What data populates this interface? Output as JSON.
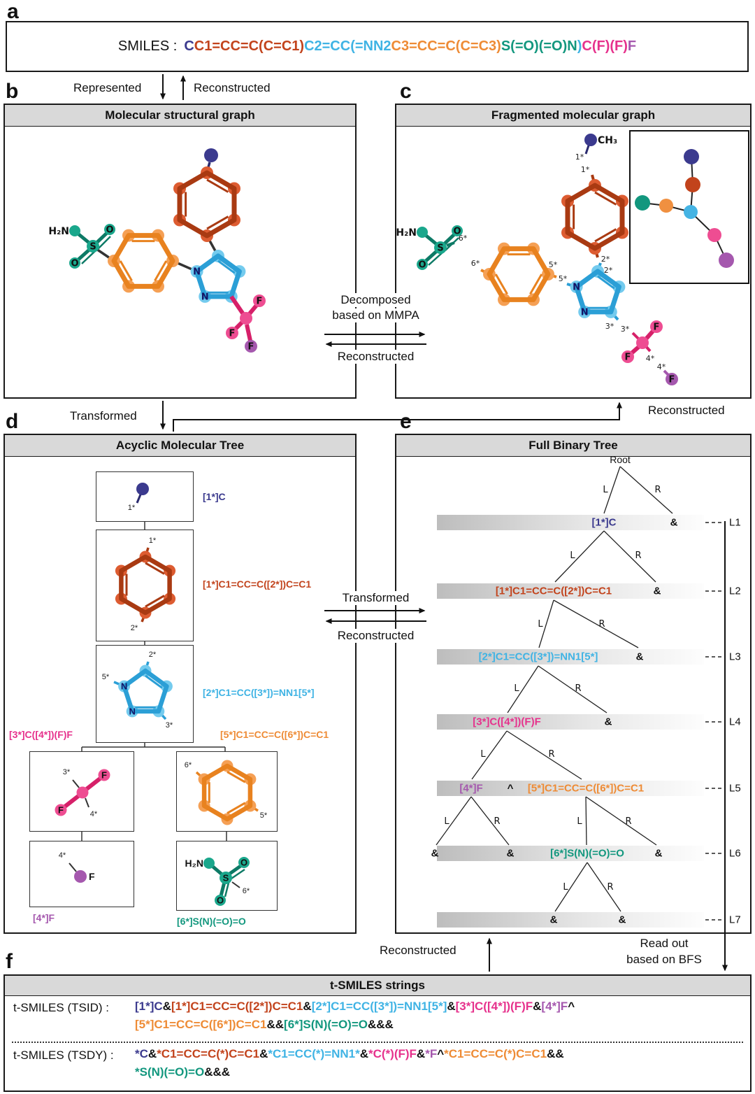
{
  "colors": {
    "navy": "#3b3a8e",
    "red": "#c2431c",
    "blue": "#3fb3e4",
    "orange": "#ee8b35",
    "teal": "#12977e",
    "magenta": "#e6318c",
    "purple": "#a558ae",
    "black": "#111111"
  },
  "panel_letters": {
    "a": "a",
    "b": "b",
    "c": "c",
    "d": "d",
    "e": "e",
    "f": "f"
  },
  "titles": {
    "b": "Molecular structural graph",
    "c": "Fragmented molecular graph",
    "d": "Acyclic Molecular Tree",
    "e": "Full Binary Tree",
    "f": "t-SMILES strings"
  },
  "panel_a": {
    "prefix": "SMILES :",
    "segments": [
      {
        "t": "C",
        "c": "navy"
      },
      {
        "t": "C1=CC=C(C=C1)",
        "c": "red"
      },
      {
        "t": "C2=CC(=NN2",
        "c": "blue"
      },
      {
        "t": "C3=CC=C(C=C3)",
        "c": "orange"
      },
      {
        "t": "S(=O)(=O)N",
        "c": "teal"
      },
      {
        "t": ")",
        "c": "blue"
      },
      {
        "t": "C(F)(F)",
        "c": "magenta"
      },
      {
        "t": "F",
        "c": "purple"
      }
    ]
  },
  "flow": {
    "represented": "Represented",
    "reconstructed": "Reconstructed",
    "transformed": "Transformed",
    "decomposed_line1": "Decomposed",
    "decomposed_line2": "based on MMPA",
    "readout_line1": "Read out",
    "readout_line2": "based on BFS"
  },
  "atoms": {
    "n": "N",
    "s": "S",
    "o": "O",
    "f": "F"
  },
  "formulas": {
    "ch3": "CH₃",
    "h2n": "H₂N"
  },
  "stars": {
    "s1": "1*",
    "s2": "2*",
    "s3": "3*",
    "s4": "4*",
    "s5": "5*",
    "s6": "6*"
  },
  "fragments": {
    "methyl": "[1*]C",
    "benzene_red": "[1*]C1=CC=C([2*])C=C1",
    "pyrazole": "[2*]C1=CC([3*])=NN1[5*]",
    "cf2": "[3*]C([4*])(F)F",
    "benzene_orange": "[5*]C1=CC=C([6*])C=C1",
    "fluorine": "[4*]F",
    "sulfonamide": "[6*]S(N)(=O)=O"
  },
  "panel_e": {
    "root": "Root",
    "l": "L",
    "r": "R",
    "amp": "&",
    "caret": "^",
    "levels": [
      "L1",
      "L2",
      "L3",
      "L4",
      "L5",
      "L6",
      "L7"
    ]
  },
  "panel_f": {
    "tsid_label": "t-SMILES (TSID) :",
    "tsdy_label": "t-SMILES (TSDY) :",
    "tsid_lines": [
      [
        {
          "t": "[1*]C",
          "c": "navy"
        },
        {
          "t": "&",
          "c": "black"
        },
        {
          "t": "[1*]C1=CC=C([2*])C=C1",
          "c": "red"
        },
        {
          "t": "&",
          "c": "black"
        },
        {
          "t": "[2*]C1=CC([3*])=NN1[5*]",
          "c": "blue"
        },
        {
          "t": "&",
          "c": "black"
        },
        {
          "t": "[3*]C([4*])(F)F",
          "c": "magenta"
        },
        {
          "t": "&",
          "c": "black"
        },
        {
          "t": "[4*]F",
          "c": "purple"
        },
        {
          "t": "^",
          "c": "black"
        }
      ],
      [
        {
          "t": "[5*]C1=CC=C([6*])C=C1",
          "c": "orange"
        },
        {
          "t": "&&",
          "c": "black"
        },
        {
          "t": "[6*]S(N)(=O)=O",
          "c": "teal"
        },
        {
          "t": "&&&",
          "c": "black"
        }
      ]
    ],
    "tsdy_lines": [
      [
        {
          "t": "*C",
          "c": "navy"
        },
        {
          "t": "&",
          "c": "black"
        },
        {
          "t": "*C1=CC=C(*)C=C1",
          "c": "red"
        },
        {
          "t": "&",
          "c": "black"
        },
        {
          "t": "*C1=CC(*)=NN1*",
          "c": "blue"
        },
        {
          "t": "&",
          "c": "black"
        },
        {
          "t": "*C(*)(F)F",
          "c": "magenta"
        },
        {
          "t": "&",
          "c": "black"
        },
        {
          "t": "*F",
          "c": "purple"
        },
        {
          "t": "^",
          "c": "black"
        },
        {
          "t": "*C1=CC=C(*)C=C1",
          "c": "orange"
        },
        {
          "t": "&&",
          "c": "black"
        }
      ],
      [
        {
          "t": "*S(N)(=O)=O",
          "c": "teal"
        },
        {
          "t": "&&&",
          "c": "black"
        }
      ]
    ]
  }
}
